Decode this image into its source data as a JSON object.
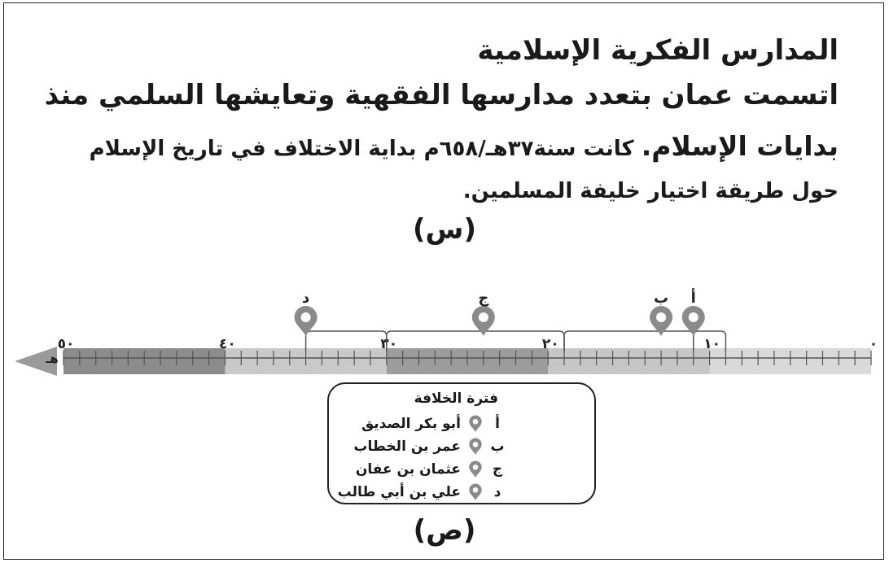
{
  "text": {
    "title": "المدارس الفكرية الإسلامية",
    "line1": "اتسمت عمان بتعدد مدارسها الفقهية وتعايشها السلمي منذ",
    "line2_lead": "بدايات الإسلام.",
    "line2_rest": " كانت سنة٣٧هـ/٦٥٨م بداية الاختلاف في تاريخ الإسلام",
    "line3": "حول طريقة اختيار خليفة المسلمين.",
    "label_s": "(س)",
    "label_p": "(ص)"
  },
  "timeline": {
    "unit_label": "هـ",
    "range": [
      0,
      50
    ],
    "tick_labels": [
      {
        "value": 0,
        "text": "٠"
      },
      {
        "value": 10,
        "text": "١٠"
      },
      {
        "value": 20,
        "text": "٢٠"
      },
      {
        "value": 30,
        "text": "٣٠"
      },
      {
        "value": 40,
        "text": "٤٠"
      },
      {
        "value": 50,
        "text": "٥٠"
      }
    ],
    "bands": [
      {
        "from": 0,
        "to": 10,
        "color": "#d9d9d9"
      },
      {
        "from": 10,
        "to": 20,
        "color": "#c6c6c6"
      },
      {
        "from": 20,
        "to": 30,
        "color": "#9c9c9c"
      },
      {
        "from": 30,
        "to": 40,
        "color": "#c9c9c9"
      },
      {
        "from": 40,
        "to": 50,
        "color": "#8c8c8c"
      }
    ],
    "markers": [
      {
        "letter": "أ",
        "year": 11
      },
      {
        "letter": "ب",
        "year": 13
      },
      {
        "letter": "ج",
        "year": 24
      },
      {
        "letter": "د",
        "year": 35
      }
    ],
    "brackets": [
      {
        "from": 9,
        "to": 11
      },
      {
        "from": 11,
        "to": 19
      },
      {
        "from": 19,
        "to": 30
      },
      {
        "from": 30,
        "to": 35
      }
    ]
  },
  "legend": {
    "title": "فترة الخلافة",
    "items": [
      {
        "letter": "أ",
        "name": "أبو بكر الصديق"
      },
      {
        "letter": "ب",
        "name": "عمر بن الخطاب"
      },
      {
        "letter": "ج",
        "name": "عثمان بن عفان"
      },
      {
        "letter": "د",
        "name": "علي بن أبي طالب"
      }
    ]
  },
  "colors": {
    "pin": "#8a8a8a",
    "line": "#555555",
    "arrow": "#9a9a9a"
  }
}
